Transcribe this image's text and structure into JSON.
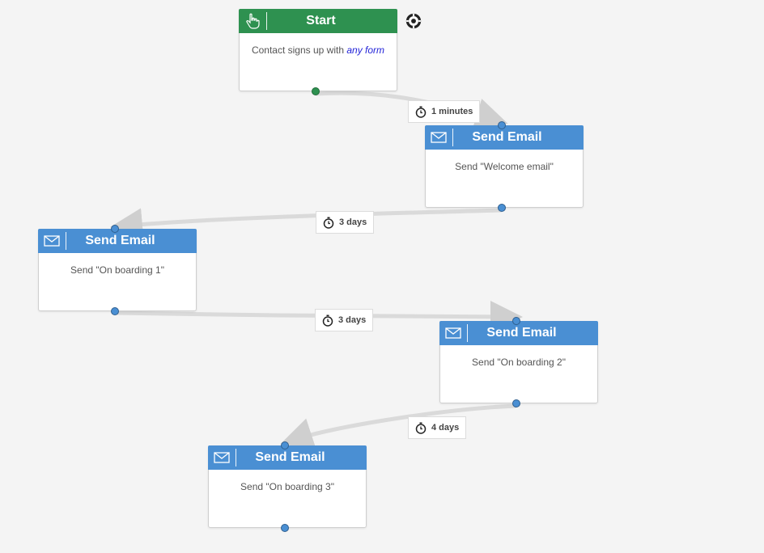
{
  "start_node": {
    "title": "Start",
    "icon": "hand-pointer-icon",
    "trigger_text": "Contact signs up with",
    "trigger_link": "any form",
    "color": "#2e9150"
  },
  "settings": {
    "icon": "gear-icon"
  },
  "email_nodes": [
    {
      "title": "Send Email",
      "icon": "envelope-icon",
      "body": "Send \"Welcome email\""
    },
    {
      "title": "Send Email",
      "icon": "envelope-icon",
      "body": "Send \"On boarding 1\""
    },
    {
      "title": "Send Email",
      "icon": "envelope-icon",
      "body": "Send \"On boarding 2\""
    },
    {
      "title": "Send Email",
      "icon": "envelope-icon",
      "body": "Send \"On boarding 3\""
    }
  ],
  "delays": [
    {
      "label": "1 minutes",
      "icon": "stopwatch-icon"
    },
    {
      "label": "3 days",
      "icon": "stopwatch-icon"
    },
    {
      "label": "3 days",
      "icon": "stopwatch-icon"
    },
    {
      "label": "4 days",
      "icon": "stopwatch-icon"
    }
  ],
  "colors": {
    "email_header": "#4a8fd3",
    "connector": "#dadada",
    "link": "#2324d8"
  }
}
